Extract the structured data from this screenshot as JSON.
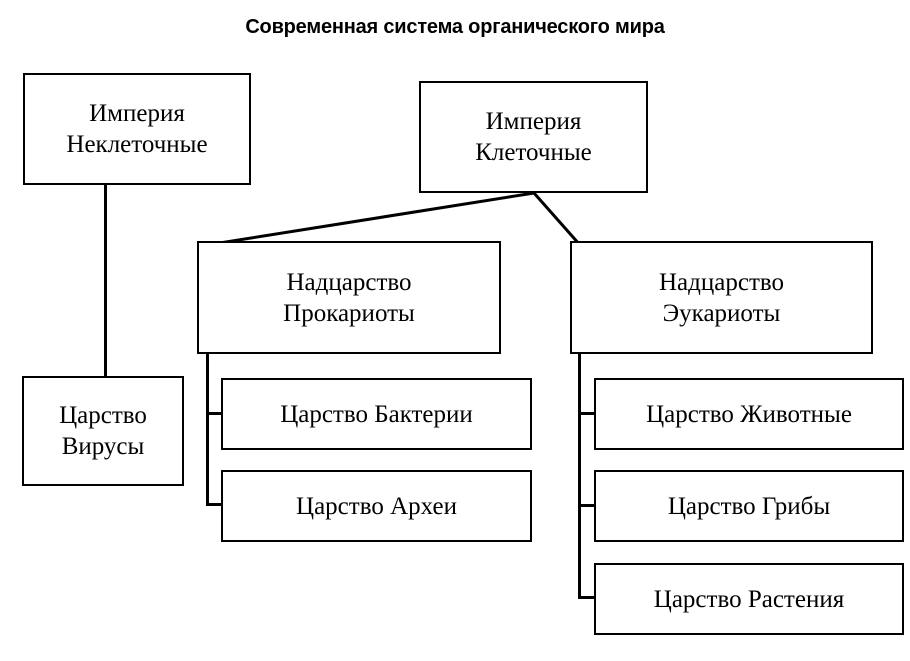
{
  "title": "Современная система органического мира",
  "diagram": {
    "type": "hierarchy-tree",
    "orientation": "top-down",
    "palette": {
      "background": "#ffffff",
      "box_border": "#000000",
      "text": "#000000",
      "connector": "#000000"
    },
    "nodes": [
      {
        "id": "empire-acellular",
        "rank": "Империя",
        "name": "Неклеточные",
        "level": 1,
        "line1": "Империя",
        "line2": "Неклеточные"
      },
      {
        "id": "empire-cellular",
        "rank": "Империя",
        "name": "Клеточные",
        "level": 1,
        "line1": "Империя",
        "line2": "Клеточные"
      },
      {
        "id": "super-prokaryotes",
        "rank": "Надцарство",
        "name": "Прокариоты",
        "level": 2,
        "line1": "Надцарство",
        "line2": "Прокариоты"
      },
      {
        "id": "super-eukaryotes",
        "rank": "Надцарство",
        "name": "Эукариоты",
        "level": 2,
        "line1": "Надцарство",
        "line2": "Эукариоты"
      },
      {
        "id": "kingdom-viruses",
        "rank": "Царство",
        "name": "Вирусы",
        "level": 3,
        "line1": "Царство",
        "line2": "Вирусы"
      },
      {
        "id": "kingdom-bacteria",
        "rank": "Царство",
        "name": "Бактерии",
        "level": 3,
        "label": "Царство Бактерии"
      },
      {
        "id": "kingdom-archaea",
        "rank": "Царство",
        "name": "Археи",
        "level": 3,
        "label": "Царство Археи"
      },
      {
        "id": "kingdom-animals",
        "rank": "Царство",
        "name": "Животные",
        "level": 3,
        "label": "Царство Животные"
      },
      {
        "id": "kingdom-fungi",
        "rank": "Царство",
        "name": "Грибы",
        "level": 3,
        "label": "Царство Грибы"
      },
      {
        "id": "kingdom-plants",
        "rank": "Царство",
        "name": "Растения",
        "level": 3,
        "label": "Царство Растения"
      }
    ],
    "edges": [
      {
        "from": "empire-acellular",
        "to": "kingdom-viruses",
        "style": "straight-vertical"
      },
      {
        "from": "empire-cellular",
        "to": "super-prokaryotes",
        "style": "diagonal"
      },
      {
        "from": "empire-cellular",
        "to": "super-eukaryotes",
        "style": "diagonal"
      },
      {
        "from": "super-prokaryotes",
        "to": "kingdom-bacteria",
        "style": "elbow"
      },
      {
        "from": "super-prokaryotes",
        "to": "kingdom-archaea",
        "style": "elbow"
      },
      {
        "from": "super-eukaryotes",
        "to": "kingdom-animals",
        "style": "elbow"
      },
      {
        "from": "super-eukaryotes",
        "to": "kingdom-fungi",
        "style": "elbow"
      },
      {
        "from": "super-eukaryotes",
        "to": "kingdom-plants",
        "style": "elbow"
      }
    ]
  }
}
